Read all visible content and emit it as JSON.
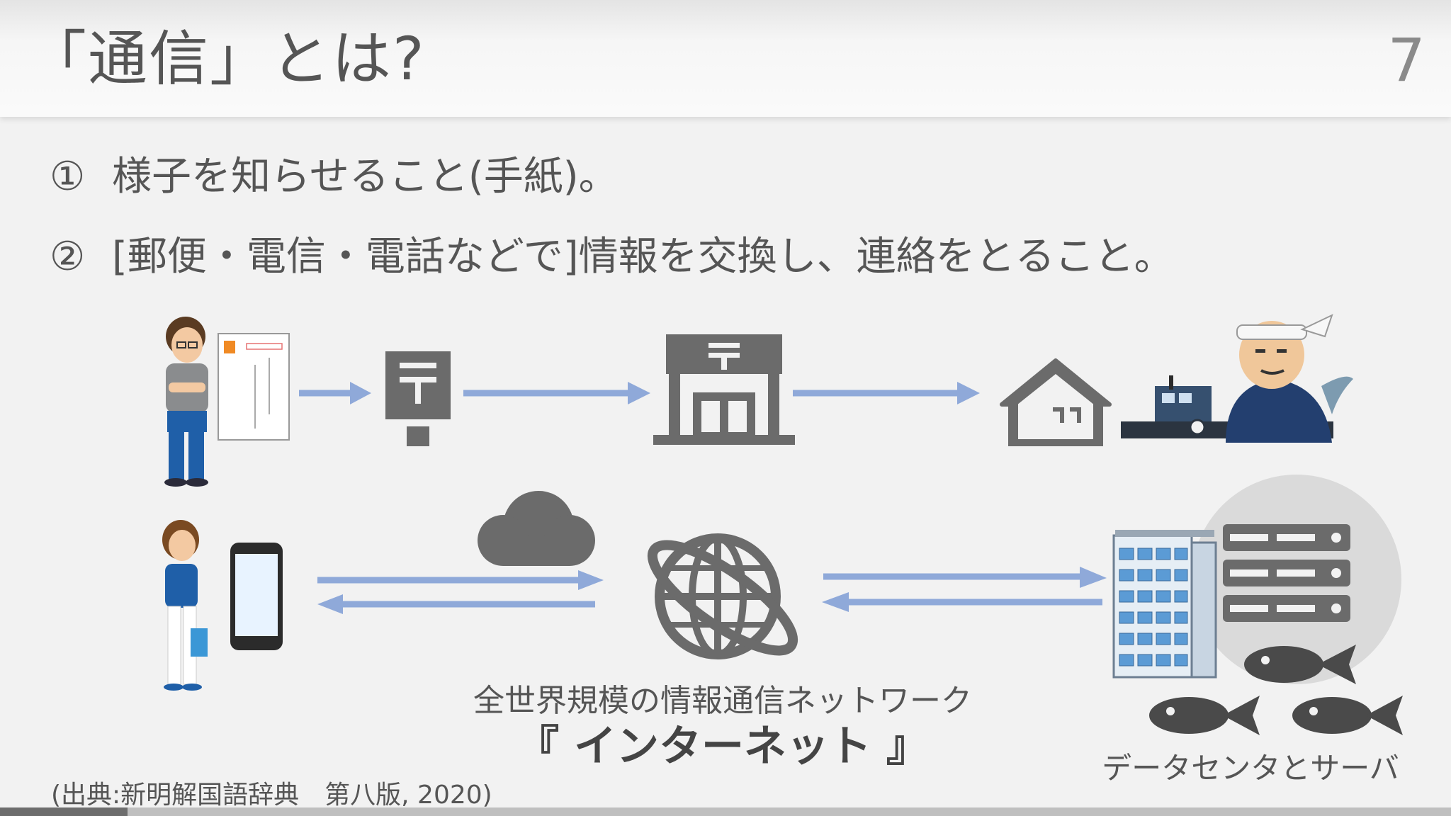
{
  "slide": {
    "title": "「通信」とは?",
    "page_number": "7"
  },
  "definitions": [
    {
      "num": "①",
      "text": "様子を知らせること(手紙)。"
    },
    {
      "num": "②",
      "text": "[郵便・電信・電話などで]情報を交換し、連絡をとること。"
    }
  ],
  "diagram": {
    "network_caption": "全世界規模の情報通信ネットワーク",
    "network_name": "『 インターネット 』",
    "datacenter_label": "データセンタとサーバ"
  },
  "source": "(出典:新明解国語辞典　第八版, 2020)",
  "colors": {
    "arrow": "#8fa9d9",
    "icon": "#6b6b6b",
    "background": "#f2f2f2"
  }
}
